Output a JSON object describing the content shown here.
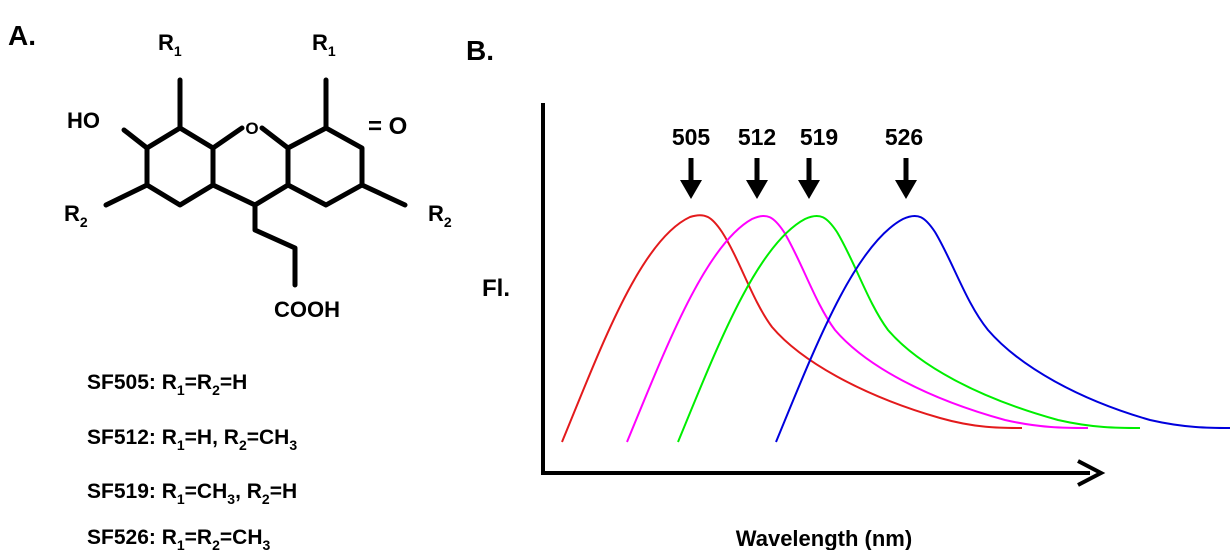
{
  "panel_a": {
    "label": "A.",
    "structure": {
      "r1_left": "R",
      "r1_left_sub": "1",
      "r1_right": "R",
      "r1_right_sub": "1",
      "r2_left": "R",
      "r2_left_sub": "2",
      "r2_right": "R",
      "r2_right_sub": "2",
      "ho": "HO",
      "ring_o": "O",
      "keto": "= O",
      "cooh": "COOH"
    },
    "legend": [
      {
        "name": "SF505",
        "parts": [
          [
            "R",
            ""
          ],
          [
            "1",
            "sub"
          ],
          [
            "=R",
            ""
          ],
          [
            "2",
            "sub"
          ],
          [
            "=H",
            ""
          ]
        ]
      },
      {
        "name": "SF512",
        "parts": [
          [
            "R",
            ""
          ],
          [
            "1",
            "sub"
          ],
          [
            "=H, R",
            ""
          ],
          [
            "2",
            "sub"
          ],
          [
            "=CH",
            ""
          ],
          [
            "3",
            "sub"
          ]
        ]
      },
      {
        "name": "SF519",
        "parts": [
          [
            "R",
            ""
          ],
          [
            "1",
            "sub"
          ],
          [
            "=CH",
            ""
          ],
          [
            "3",
            "sub"
          ],
          [
            ", R",
            ""
          ],
          [
            "2",
            "sub"
          ],
          [
            "=H",
            ""
          ]
        ]
      },
      {
        "name": "SF526",
        "parts": [
          [
            "R",
            ""
          ],
          [
            "1",
            "sub"
          ],
          [
            "=R",
            ""
          ],
          [
            "2",
            "sub"
          ],
          [
            "=CH",
            ""
          ],
          [
            "3",
            "sub"
          ]
        ]
      }
    ]
  },
  "panel_b": {
    "label": "B.",
    "y_label": "Fl.",
    "x_label": "Wavelength (nm)",
    "peaks": [
      {
        "label": "505",
        "color": "#e31a1c"
      },
      {
        "label": "512",
        "color": "#ff00ff"
      },
      {
        "label": "519",
        "color": "#00ee00"
      },
      {
        "label": "526",
        "color": "#0000dd"
      }
    ]
  }
}
